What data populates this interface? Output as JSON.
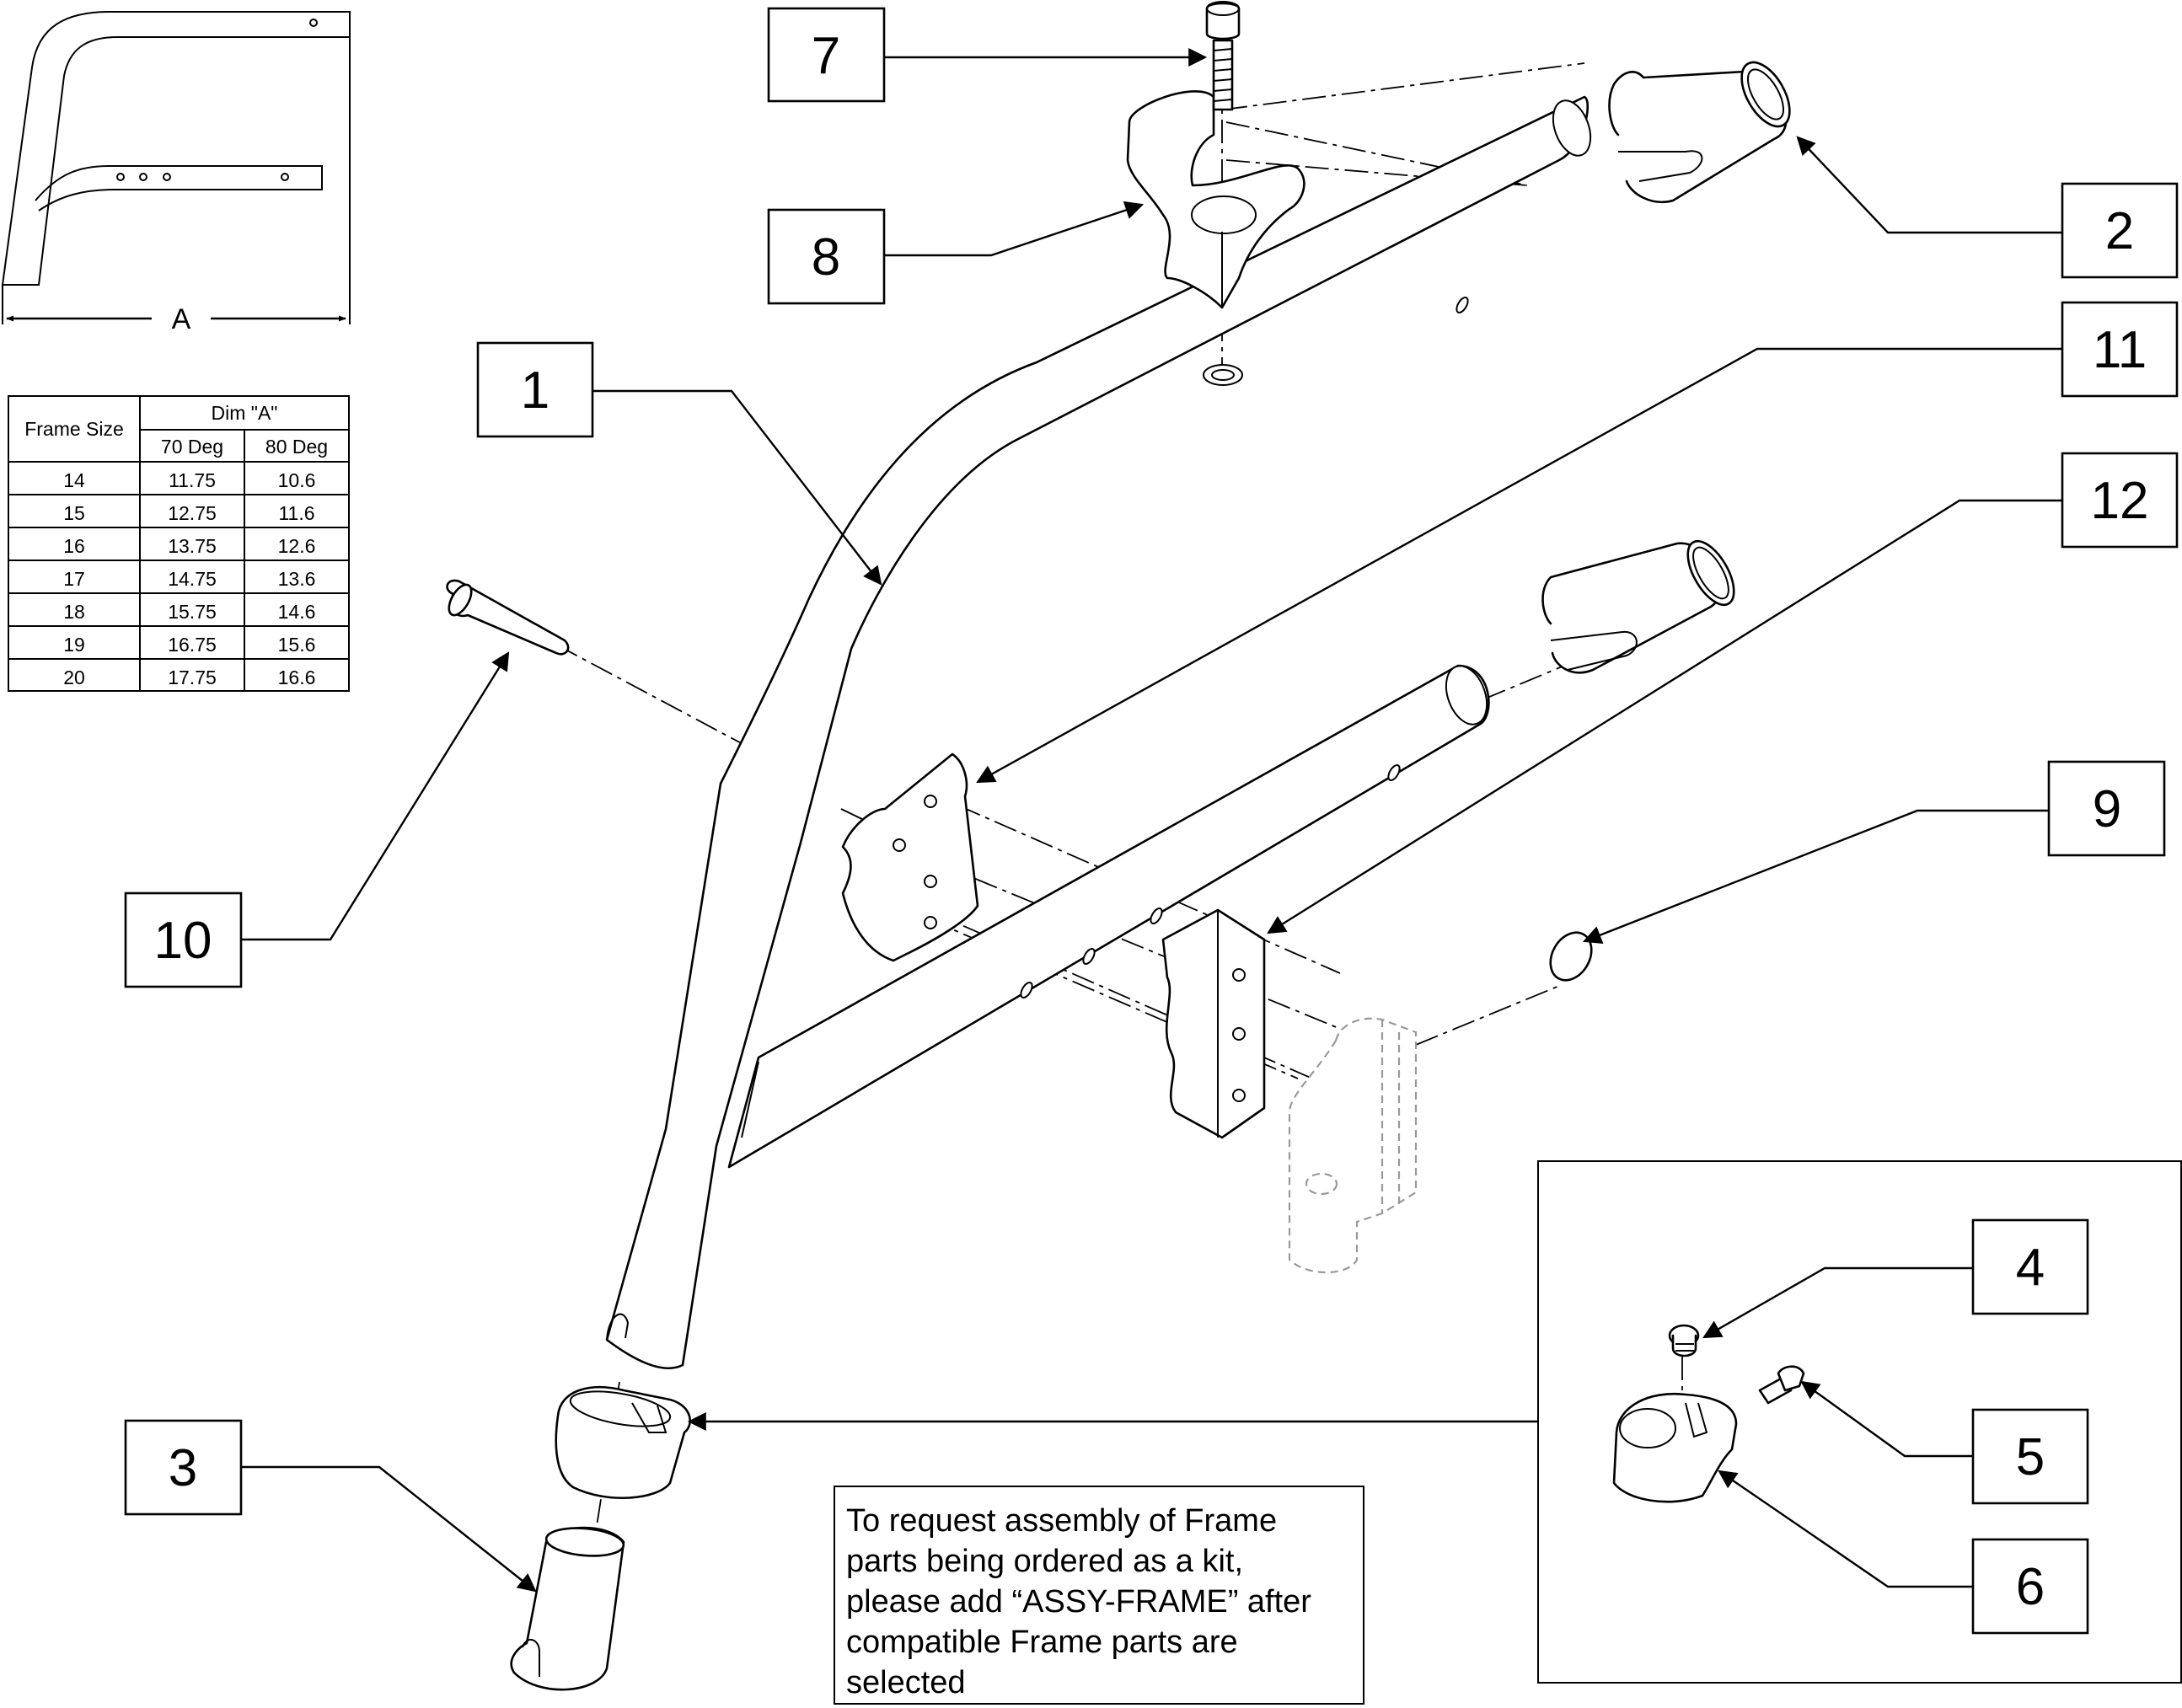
{
  "callouts": [
    "1",
    "2",
    "3",
    "4",
    "5",
    "6",
    "7",
    "8",
    "9",
    "10",
    "11",
    "12"
  ],
  "dimension_label": "A",
  "table": {
    "header_frame_size": "Frame Size",
    "header_dim": "Dim \"A\"",
    "sub_headers": [
      "70 Deg",
      "80 Deg"
    ],
    "rows": [
      [
        "14",
        "11.75",
        "10.6"
      ],
      [
        "15",
        "12.75",
        "11.6"
      ],
      [
        "16",
        "13.75",
        "12.6"
      ],
      [
        "17",
        "14.75",
        "13.6"
      ],
      [
        "18",
        "15.75",
        "14.6"
      ],
      [
        "19",
        "16.75",
        "15.6"
      ],
      [
        "20",
        "17.75",
        "16.6"
      ]
    ]
  },
  "note": {
    "lines": [
      "To request assembly of Frame",
      "parts being ordered as a kit,",
      "please add “ASSY-FRAME” after",
      "compatible Frame parts are",
      "selected"
    ]
  }
}
